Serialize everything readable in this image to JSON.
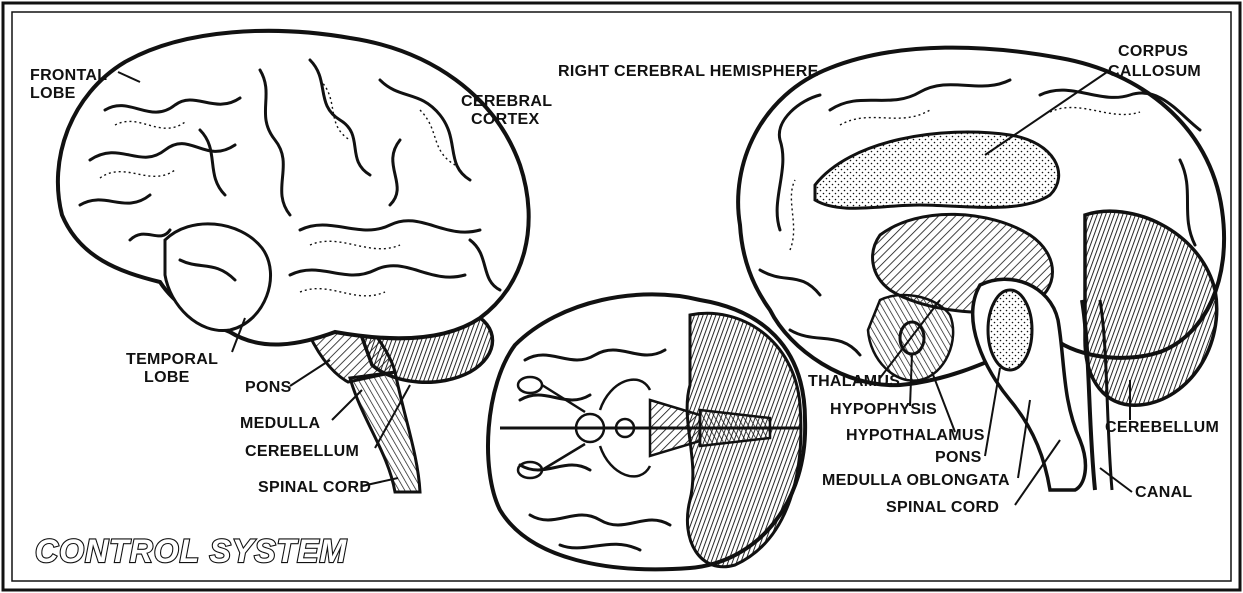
{
  "title": "CONTROL SYSTEM",
  "left_brain_labels": {
    "frontal_lobe": [
      "FRONTAL",
      "LOBE"
    ],
    "cerebral_cortex": [
      "CEREBRAL",
      "CORTEX"
    ],
    "temporal_lobe": [
      "TEMPORAL",
      "LOBE"
    ],
    "pons": "PONS",
    "medulla": "MEDULLA",
    "cerebellum": "CEREBELLUM",
    "spinal_cord": "SPINAL CORD"
  },
  "right_brain_labels": {
    "right_cerebral_hemisphere": "RIGHT CEREBRAL HEMISPHERE",
    "corpus_callosum": [
      "CORPUS",
      "CALLOSUM"
    ],
    "thalamus": "THALAMUS",
    "hypophysis": "HYPOPHYSIS",
    "hypothalamus": "HYPOTHALAMUS",
    "pons": "PONS",
    "medulla_oblongata": "MEDULLA OBLONGATA",
    "spinal_cord": "SPINAL CORD",
    "cerebellum": "CEREBELLUM",
    "canal": "CANAL"
  }
}
